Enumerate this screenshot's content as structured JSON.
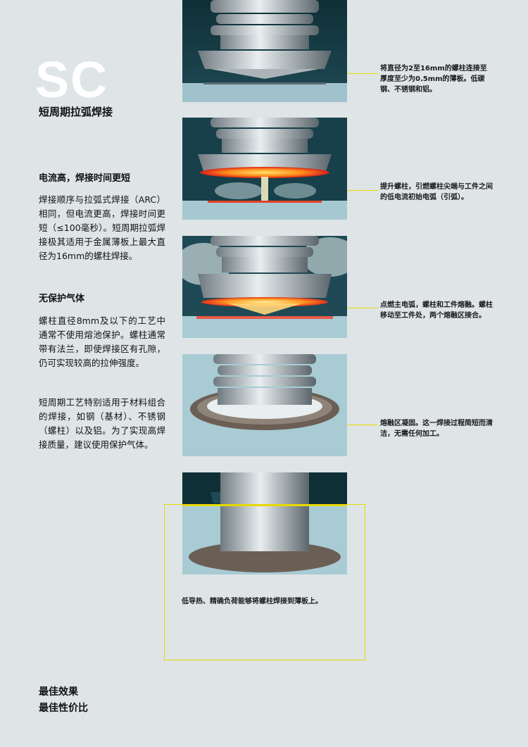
{
  "header": {
    "logo": "SC",
    "subtitle": "短周期拉弧焊接"
  },
  "sections": [
    {
      "heading": "电流高，焊接时间更短",
      "paragraphs": [
        "焊接顺序与拉弧式焊接（ARC）相同，但电流更高，焊接时间更短（≤100毫秒）。短周期拉弧焊接极其适用于金属薄板上最大直径为16mm的螺柱焊接。"
      ]
    },
    {
      "heading": "无保护气体",
      "paragraphs": [
        "螺柱直径8mm及以下的工艺中通常不使用熔池保护。螺柱通常带有法兰，即使焊接区有孔隙，仍可实现较高的拉伸强度。",
        "短周期工艺特别适用于材料组合的焊接，如钢（基材）、不锈钢（螺柱）以及铝。为了实现高焊接质量，建议使用保护气体。"
      ]
    }
  ],
  "steps": [
    {
      "caption": "将直径为2至16mm的螺柱连接至厚度至少为0.5mm的薄板。低碳钢、不锈钢和铝。",
      "icon": "stud-above-plate-image"
    },
    {
      "caption": "提升螺柱，引燃螺柱尖端与工件之间的低电流初始电弧（引弧）。",
      "icon": "pilot-arc-image"
    },
    {
      "caption": "点燃主电弧，螺柱和工件熔融。螺柱移动至工件处，两个熔融区接合。",
      "icon": "main-arc-image"
    },
    {
      "caption": "熔融区凝固。这一焊接过程简短而清洁，无需任何加工。",
      "icon": "solidified-weld-image"
    }
  ],
  "result": {
    "caption": "低导热、精确负荷能够将螺柱焊接到薄板上。",
    "icon": "weld-cross-section-image"
  },
  "footer": {
    "line1": "最佳效果",
    "line2": "最佳性价比"
  },
  "colors": {
    "page_background": "#dfe5e7",
    "accent_line": "#e8d800",
    "photo_dark": "#163841",
    "photo_light": "#9fc2cc"
  }
}
